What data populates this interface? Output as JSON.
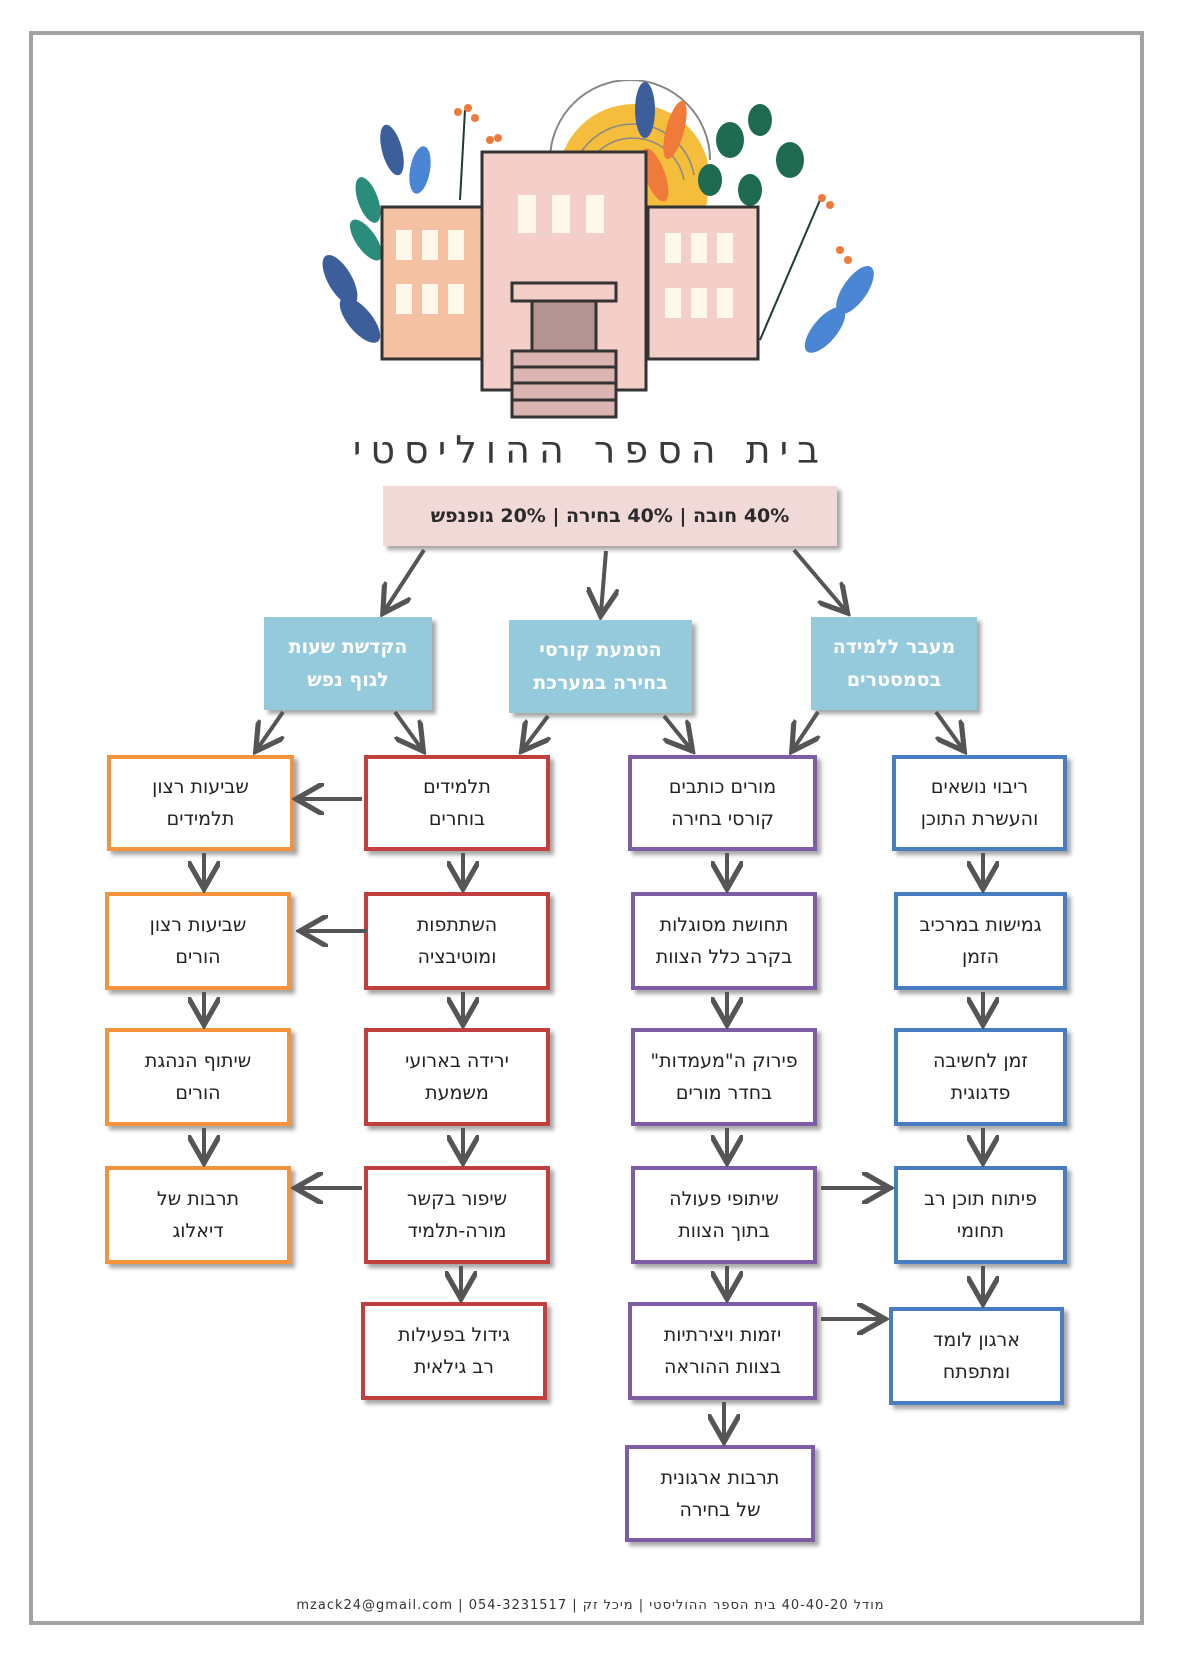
{
  "title": "בית הספר ההוליסטי",
  "allocation": "40% חובה | 40% בחירה | 20% גופנפש",
  "categories": [
    {
      "id": "semesters",
      "line1": "מעבר ללמידה",
      "line2": "בסמסטרים",
      "color": "#94cadc"
    },
    {
      "id": "electives",
      "line1": "הטמעת קורסי",
      "line2": "בחירה במערכת",
      "color": "#94cadc"
    },
    {
      "id": "body-soul",
      "line1": "הקדשת שעות",
      "line2": "לגוף נפש",
      "color": "#94cadc"
    }
  ],
  "columns": {
    "blue": {
      "color": "#4a7dbf",
      "items": [
        {
          "line1": "ריבוי נושאים",
          "line2": "והעשרת התוכן"
        },
        {
          "line1": "גמישות במרכיב",
          "line2": "הזמן"
        },
        {
          "line1": "זמן לחשיבה",
          "line2": "פדגוגית"
        },
        {
          "line1": "פיתוח תוכן רב",
          "line2": "תחומי"
        },
        {
          "line1": "ארגון לומד",
          "line2": "ומתפתח"
        }
      ]
    },
    "purple": {
      "color": "#7d5ea5",
      "items": [
        {
          "line1": "מורים כותבים",
          "line2": "קורסי בחירה"
        },
        {
          "line1": "תחושת מסוגלות",
          "line2": "בקרב כלל הצוות"
        },
        {
          "line1": "פירוק ה\"מעמדות\"",
          "line2": "בחדר מורים"
        },
        {
          "line1": "שיתופי פעולה",
          "line2": "בתוך הצוות"
        },
        {
          "line1": "יזמות ויצירתיות",
          "line2": "בצוות ההוראה"
        },
        {
          "line1": "תרבות ארגונית",
          "line2": "של בחירה"
        }
      ]
    },
    "red": {
      "color": "#c1403f",
      "items": [
        {
          "line1": "תלמידים",
          "line2": "בוחרים"
        },
        {
          "line1": "השתתפות",
          "line2": "ומוטיבציה"
        },
        {
          "line1": "ירידה בארועי",
          "line2": "משמעת"
        },
        {
          "line1": "שיפור בקשר",
          "line2": "מורה-תלמיד"
        },
        {
          "line1": "גידול בפעילות",
          "line2": "רב גילאית"
        }
      ]
    },
    "orange": {
      "color": "#f3933d",
      "items": [
        {
          "line1": "שביעות רצון",
          "line2": "תלמידים"
        },
        {
          "line1": "שביעות רצון",
          "line2": "הורים"
        },
        {
          "line1": "שיתוף הנהגת",
          "line2": "הורים"
        },
        {
          "line1": "תרבות של",
          "line2": "דיאלוג"
        }
      ]
    }
  },
  "footer": "מודל 40-40-20 בית הספר ההוליסטי | מיכל זק | 054-3231517 | mzack24@gmail.com"
}
